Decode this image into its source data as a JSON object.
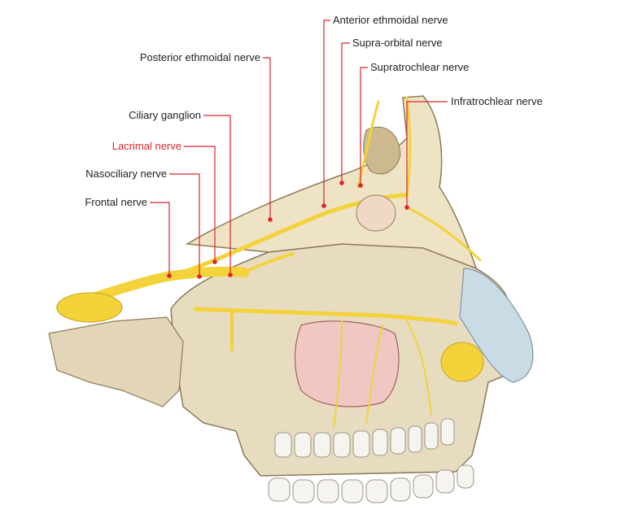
{
  "colors": {
    "leader": "#d9262c",
    "highlight_label": "#d9262c",
    "label": "#222222",
    "nerve": "#f3d23a",
    "bone": "#e8dcc0",
    "sinus": "#f1c7c4",
    "cartilage": "#c9dbe4"
  },
  "labels": {
    "anterior_ethmoidal": "Anterior ethmoidal nerve",
    "supra_orbital": "Supra-orbital nerve",
    "supratrochlear": "Supratrochlear nerve",
    "infratrochlear": "Infratrochlear nerve",
    "posterior_ethmoidal": "Posterior ethmoidal nerve",
    "ciliary_ganglion": "Ciliary ganglion",
    "lacrimal": "Lacrimal nerve",
    "nasociliary": "Nasociliary nerve",
    "frontal": "Frontal nerve"
  },
  "highlighted": "lacrimal"
}
